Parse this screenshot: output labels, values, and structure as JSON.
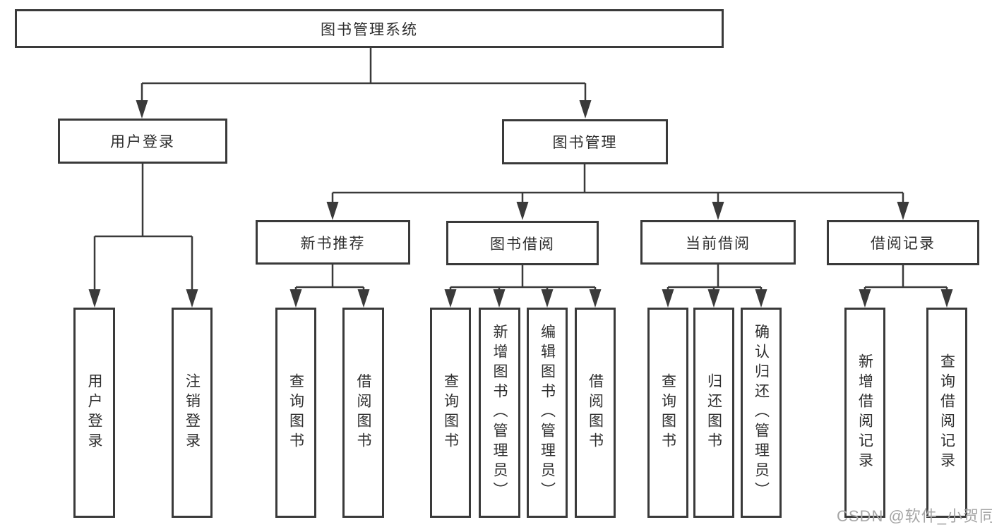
{
  "tree": {
    "label": "图书管理系统",
    "children": [
      {
        "label": "用户登录",
        "children": [
          {
            "label": "用户登录"
          },
          {
            "label": "注销登录"
          }
        ]
      },
      {
        "label": "图书管理",
        "children": [
          {
            "label": "新书推荐",
            "children": [
              {
                "label": "查询图书"
              },
              {
                "label": "借阅图书"
              }
            ]
          },
          {
            "label": "图书借阅",
            "children": [
              {
                "label": "查询图书"
              },
              {
                "label": "新增图书（管理员）"
              },
              {
                "label": "编辑图书（管理员）"
              },
              {
                "label": "借阅图书"
              }
            ]
          },
          {
            "label": "当前借阅",
            "children": [
              {
                "label": "查询图书"
              },
              {
                "label": "归还图书"
              },
              {
                "label": "确认归还（管理员）"
              }
            ]
          },
          {
            "label": "借阅记录",
            "children": [
              {
                "label": "新增借阅记录"
              },
              {
                "label": "查询借阅记录"
              }
            ]
          }
        ]
      }
    ]
  },
  "watermark": {
    "text": "CSDN @软件_小贺同学"
  },
  "colors": {
    "line": "#3a3a3a",
    "box_border": "#3a3a3a",
    "text": "#2e2e2e",
    "watermark": "#a6a6a6",
    "background": "#ffffff"
  }
}
